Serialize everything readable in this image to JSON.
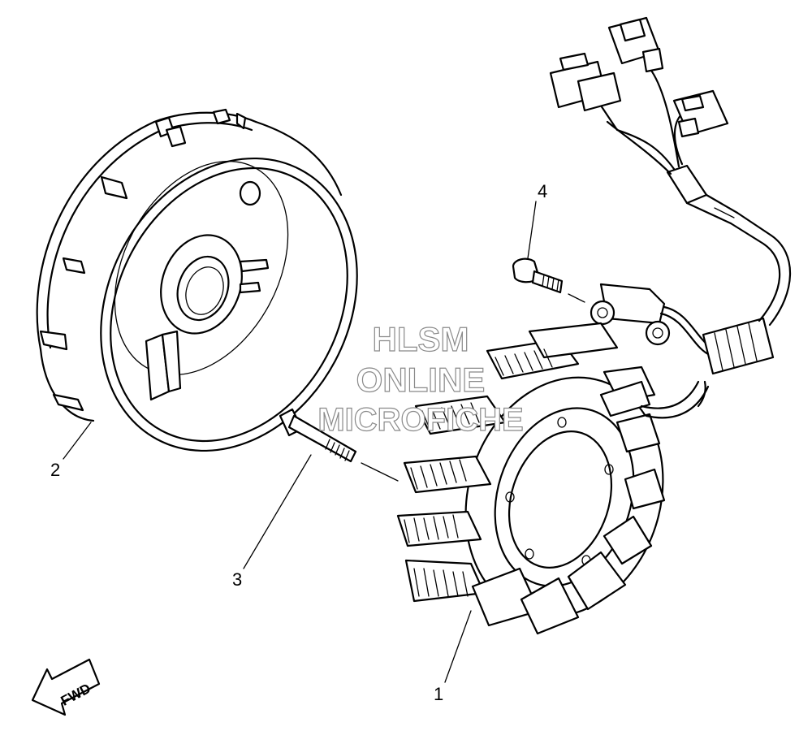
{
  "callouts": [
    {
      "id": "1",
      "label": "1"
    },
    {
      "id": "2",
      "label": "2"
    },
    {
      "id": "3",
      "label": "3"
    },
    {
      "id": "4",
      "label": "4"
    }
  ],
  "watermark": {
    "line1": "HLSM",
    "line2": "ONLINE",
    "line3": "MICROFICHE"
  },
  "direction_badge": {
    "label": "FWD"
  }
}
